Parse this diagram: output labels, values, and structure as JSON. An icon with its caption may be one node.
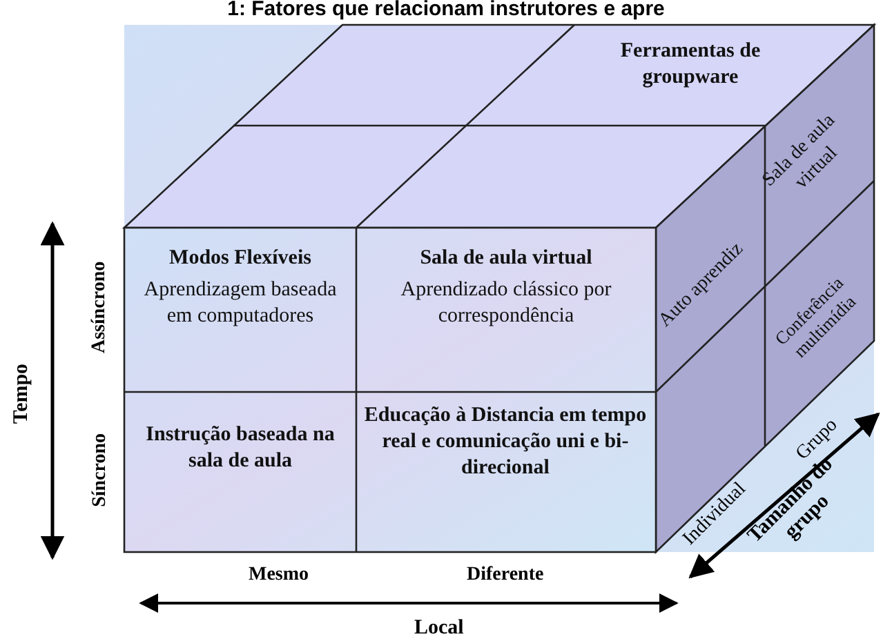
{
  "diagram": {
    "title": "1: Fatores que relacionam instrutores e apre",
    "nodes": [
      {
        "text": [
          "Ferramentas de groupware"
        ]
      },
      {
        "text": [
          "Modos Flexíveis",
          "Aprendizagem baseada em computadores"
        ]
      },
      {
        "text": [
          "Sala de aula virtual",
          "Aprendizado clássico por correspondência"
        ]
      },
      {
        "text": [
          "Auto aprendiz"
        ]
      },
      {
        "text": [
          "Sala de aula virtual"
        ]
      },
      {
        "text": [
          "Instrução baseada na sala de aula"
        ]
      },
      {
        "text": [
          "Educação à Distancia em tempo real e comunicação uni e bi-direcional"
        ]
      },
      {
        "text": [
          "Conferência multimídia"
        ]
      }
    ],
    "labels": [
      "Assíncrono",
      "Tempo",
      "Síncrono",
      "Grupo",
      "Individual",
      "Tamanho do grupo",
      "Mesmo",
      "Diferente",
      "Local"
    ]
  }
}
